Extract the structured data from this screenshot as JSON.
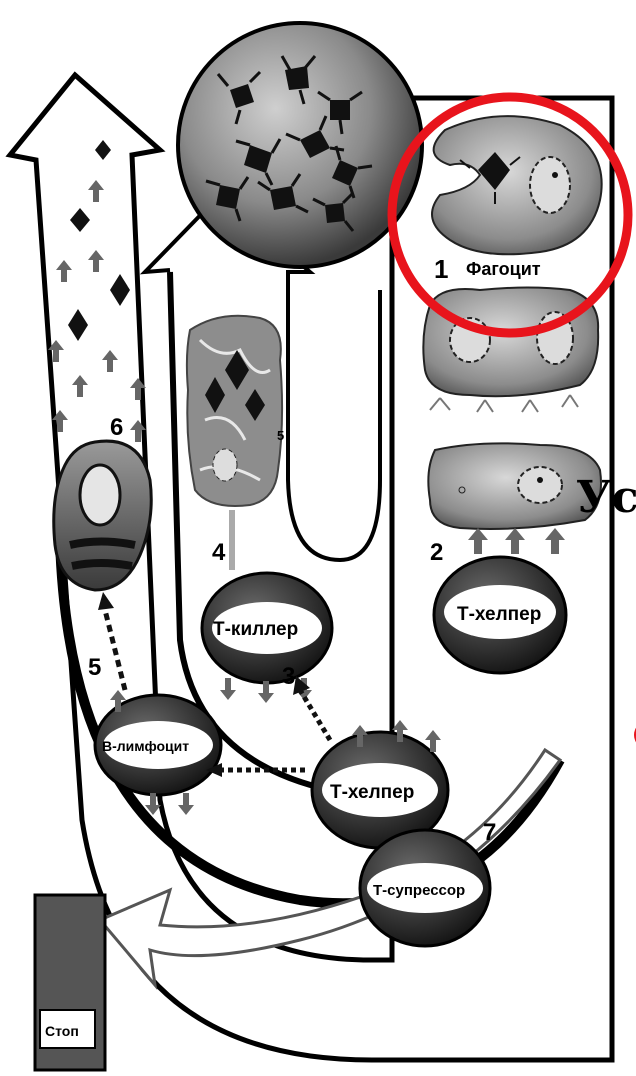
{
  "labels": {
    "phagocyte": "Фагоцит",
    "t_helper_right": "Т-хелпер",
    "t_killer": "Т-киллер",
    "t_helper_center": "Т-хелпер",
    "b_lymphocyte": "В-лимфоцит",
    "t_suppressor": "Т-супрессор",
    "stop": "Стоп",
    "partial_text": "Ус"
  },
  "numbers": {
    "n1": "1",
    "n2": "2",
    "n3": "3",
    "n4": "4",
    "n5_small": "5",
    "n5": "5",
    "n6": "6",
    "n7": "7"
  },
  "colors": {
    "highlight_circle": "#e8141c",
    "cell_dark": "#2b2b2b",
    "tissue_gray": "#9a9a9a"
  }
}
